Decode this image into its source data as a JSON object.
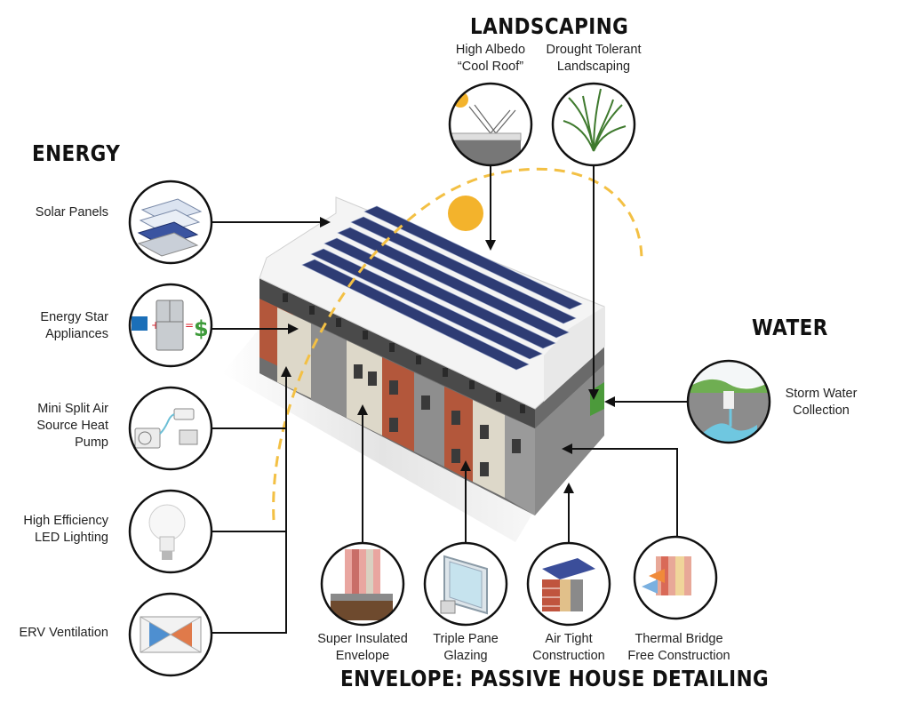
{
  "headings": {
    "energy": "ENERGY",
    "landscaping": "LANDSCAPING",
    "water": "WATER",
    "envelope": "ENVELOPE: PASSIVE HOUSE DETAILING"
  },
  "energy_items": [
    {
      "line1": "Solar Panels",
      "line2": "",
      "line3": "",
      "icon": "solar-panel-layers-icon"
    },
    {
      "line1": "Energy Star",
      "line2": "Appliances",
      "line3": "",
      "icon": "energy-star-fridge-icon"
    },
    {
      "line1": "Mini Split Air",
      "line2": "Source Heat",
      "line3": "Pump",
      "icon": "heat-pump-icon"
    },
    {
      "line1": "High Efficiency",
      "line2": "LED Lighting",
      "line3": "",
      "icon": "led-bulb-icon"
    },
    {
      "line1": "ERV Ventilation",
      "line2": "",
      "line3": "",
      "icon": "erv-unit-icon"
    }
  ],
  "landscaping_items": [
    {
      "line1": "High Albedo",
      "line2": "“Cool Roof”",
      "icon": "cool-roof-icon"
    },
    {
      "line1": "Drought Tolerant",
      "line2": "Landscaping",
      "icon": "grass-icon"
    }
  ],
  "water_items": [
    {
      "line1": "Storm Water",
      "line2": "Collection",
      "icon": "storm-water-icon"
    }
  ],
  "envelope_items": [
    {
      "line1": "Super Insulated",
      "line2": "Envelope",
      "icon": "insulated-wall-icon"
    },
    {
      "line1": "Triple Pane",
      "line2": "Glazing",
      "icon": "window-glazing-icon"
    },
    {
      "line1": "Air Tight",
      "line2": "Construction",
      "icon": "airtight-wall-icon"
    },
    {
      "line1": "Thermal Bridge",
      "line2": "Free Construction",
      "icon": "thermal-bridge-icon"
    }
  ],
  "colors": {
    "line": "#111111",
    "sun": "#f3b32c",
    "sun_path": "#f3c044",
    "roof": "#f4f4f4",
    "solar": "#2e3c74",
    "brick": "#b3573b",
    "gray_wall": "#8d8d8d",
    "cream": "#ddd8c9",
    "grass": "#4c9a3b",
    "water": "#6fc7e0"
  }
}
